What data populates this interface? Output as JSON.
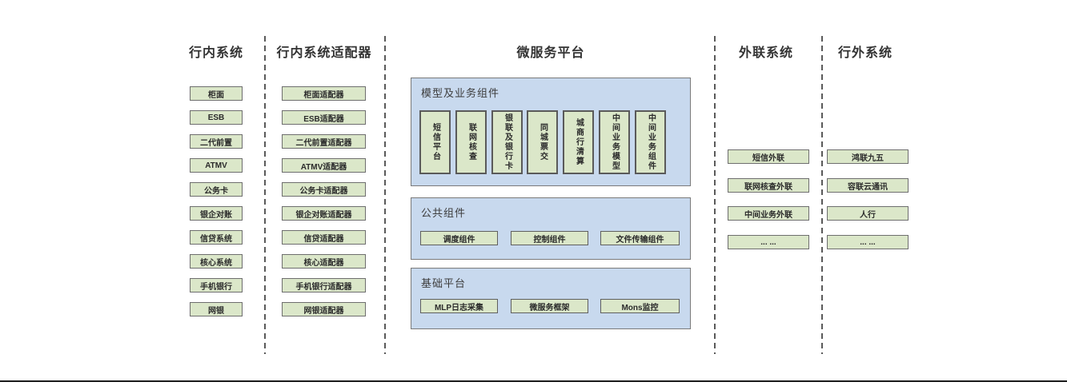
{
  "palette": {
    "box_green": "#dbe7c9",
    "panel_blue": "#c8d9ee",
    "divider_gray": "#5a5a5a",
    "bottom_line": "#1a1a1a"
  },
  "columns": {
    "internal": {
      "title": "行内系统",
      "boxes": [
        "柜面",
        "ESB",
        "二代前置",
        "ATMV",
        "公务卡",
        "银企对账",
        "信贷系统",
        "核心系统",
        "手机银行",
        "网银"
      ]
    },
    "adapters": {
      "title": "行内系统适配器",
      "boxes": [
        "柜面适配器",
        "ESB适配器",
        "二代前置适配器",
        "ATMV适配器",
        "公务卡适配器",
        "银企对账适配器",
        "信贷适配器",
        "核心适配器",
        "手机银行适配器",
        "网银适配器"
      ]
    },
    "platform": {
      "title": "微服务平台",
      "panels": [
        {
          "title": "模型及业务组件",
          "boxes": [
            "短信平台",
            "联网核查",
            "银联及银行卡",
            "同城票交",
            "城商行清算",
            "中间业务模型",
            "中间业务组件"
          ]
        },
        {
          "title": "公共组件",
          "boxes": [
            "调度组件",
            "控制组件",
            "文件传输组件"
          ]
        },
        {
          "title": "基础平台",
          "boxes": [
            "MLP日志采集",
            "微服务框架",
            "Mons监控"
          ]
        }
      ]
    },
    "outbound": {
      "title": "外联系统",
      "boxes": [
        "短信外联",
        "联网核查外联",
        "中间业务外联",
        "... ..."
      ]
    },
    "outside": {
      "title": "行外系统",
      "boxes": [
        "鸿联九五",
        "容联云通讯",
        "人行",
        "... ..."
      ]
    }
  }
}
